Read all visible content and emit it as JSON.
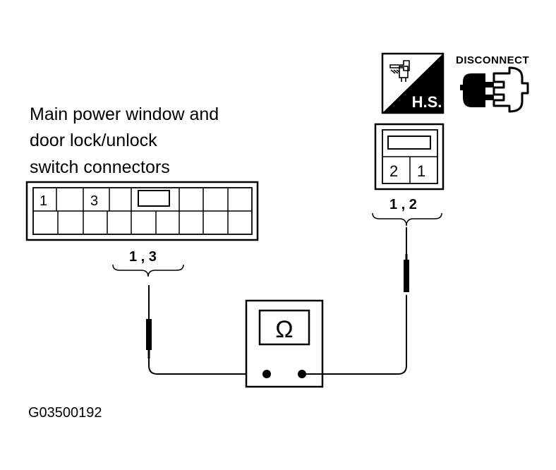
{
  "connector_label": {
    "line1": "Main power window and",
    "line2": "door lock/unlock",
    "line3": "switch connectors"
  },
  "left_connector": {
    "pins": [
      "1",
      "3"
    ],
    "probe_label": "1 , 3"
  },
  "right_connector": {
    "pins": [
      "2",
      "1"
    ],
    "probe_label": "1 , 2"
  },
  "hs_badge": {
    "label": "H.S."
  },
  "disconnect": {
    "label": "DISCONNECT"
  },
  "meter": {
    "symbol": "Ω"
  },
  "figure_code": "G03500192"
}
